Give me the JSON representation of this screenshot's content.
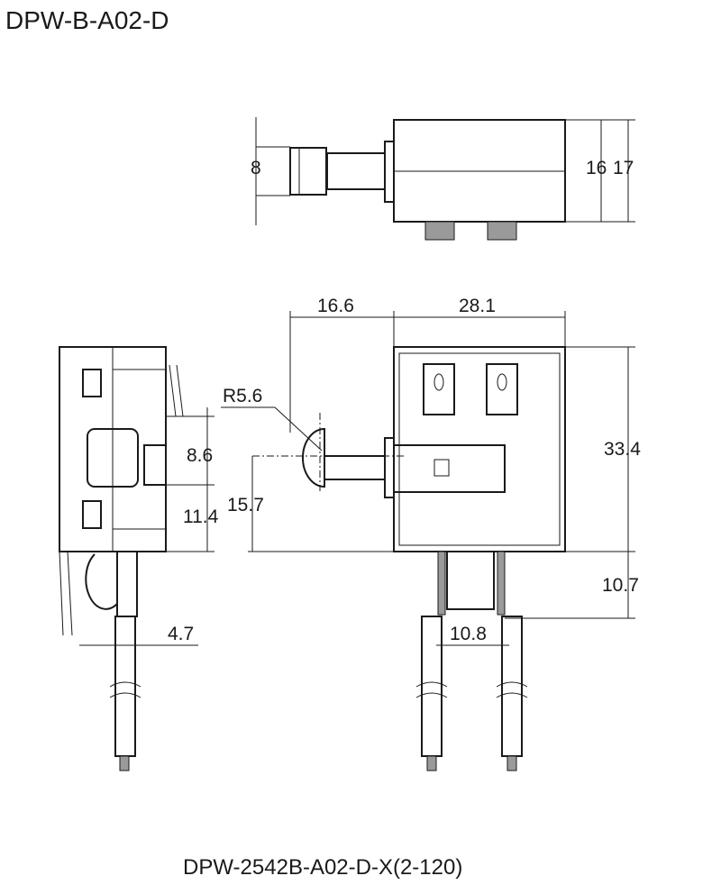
{
  "title": "DPW-B-A02-D",
  "caption": "DPW-2542B-A02-D-X(2-120)",
  "dimensions": {
    "top_button_height": "8",
    "top_body_inner": "16",
    "top_body_outer": "17",
    "front_button_length": "16.6",
    "front_body_width": "28.1",
    "front_body_height": "33.4",
    "terminal_length": "10.7",
    "terminal_spacing": "10.8",
    "button_radius": "R5.6",
    "side_button_height": "8.6",
    "side_offset": "11.4",
    "button_center_height": "15.7",
    "side_wire_width": "4.7"
  }
}
